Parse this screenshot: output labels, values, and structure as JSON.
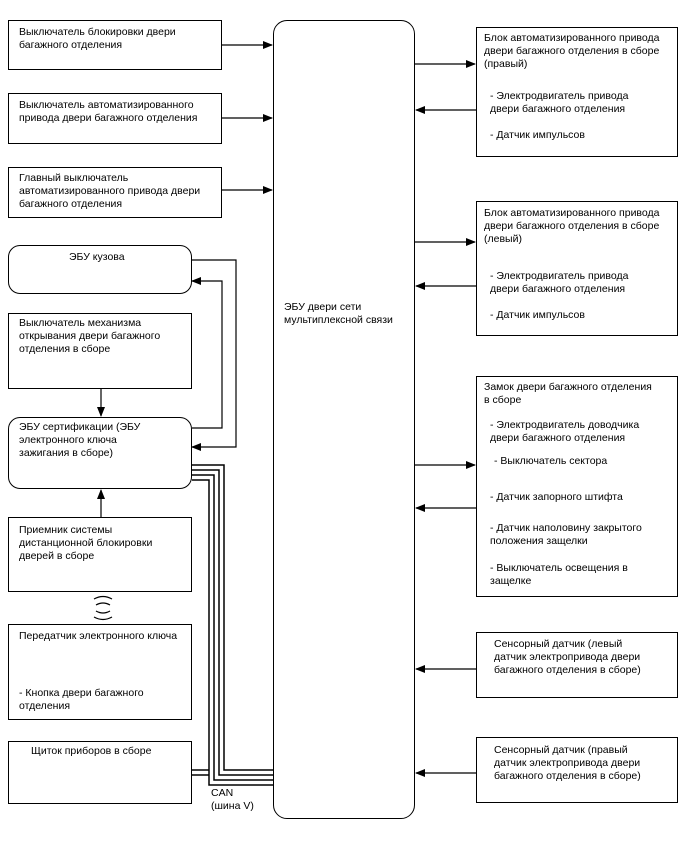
{
  "center": {
    "label": "ЭБУ двери сети\nмультиплексной связи"
  },
  "left": {
    "lock_switch": "Выключатель блокировки двери\nбагажного отделения",
    "power_switch": "Выключатель автоматизированного\nпривода двери багажного отделения",
    "main_switch": "Главный выключатель\nавтоматизированного привода двери\nбагажного отделения",
    "body_ecu": "ЭБУ кузова",
    "opener_switch": "Выключатель механизма\nоткрывания двери багажного\nотделения в сборе",
    "cert_ecu": "ЭБУ сертификации (ЭБУ\nэлектронного ключа\nзажигания в сборе)",
    "receiver": "Приемник системы\nдистанционной блокировки\nдверей в сборе",
    "transmitter_title": "Передатчик электронного ключа",
    "transmitter_item": "- Кнопка двери багажного\nотделения",
    "meter": "Щиток приборов в сборе"
  },
  "right": {
    "drive_right_title": "Блок автоматизированного привода\nдвери багажного отделения в сборе\n(правый)",
    "drive_right_items": "- Электродвигатель привода\nдвери багажного отделения\n\n- Датчик импульсов",
    "drive_left_title": "Блок автоматизированного привода\nдвери багажного отделения в сборе\n(левый)",
    "drive_left_items": "- Электродвигатель привода\nдвери багажного отделения\n\n- Датчик импульсов",
    "lock_title": "Замок двери багажного отделения\nв сборе",
    "lock_item1": "- Электродвигатель доводчика\nдвери багажного отделения",
    "lock_item2": "- Выключатель сектора",
    "lock_item3": "- Датчик запорного штифта",
    "lock_item4": "- Датчик наполовину закрытого\nположения защелки",
    "lock_item5": "- Выключатель освещения в\nзащелке",
    "touch_left": "Сенсорный датчик (левый\nдатчик электропривода двери\nбагажного отделения в сборе)",
    "touch_right": "Сенсорный датчик (правый\nдатчик электропривода двери\nбагажного отделения в сборе)"
  },
  "bus": {
    "label": "CAN\n(шина V)"
  }
}
